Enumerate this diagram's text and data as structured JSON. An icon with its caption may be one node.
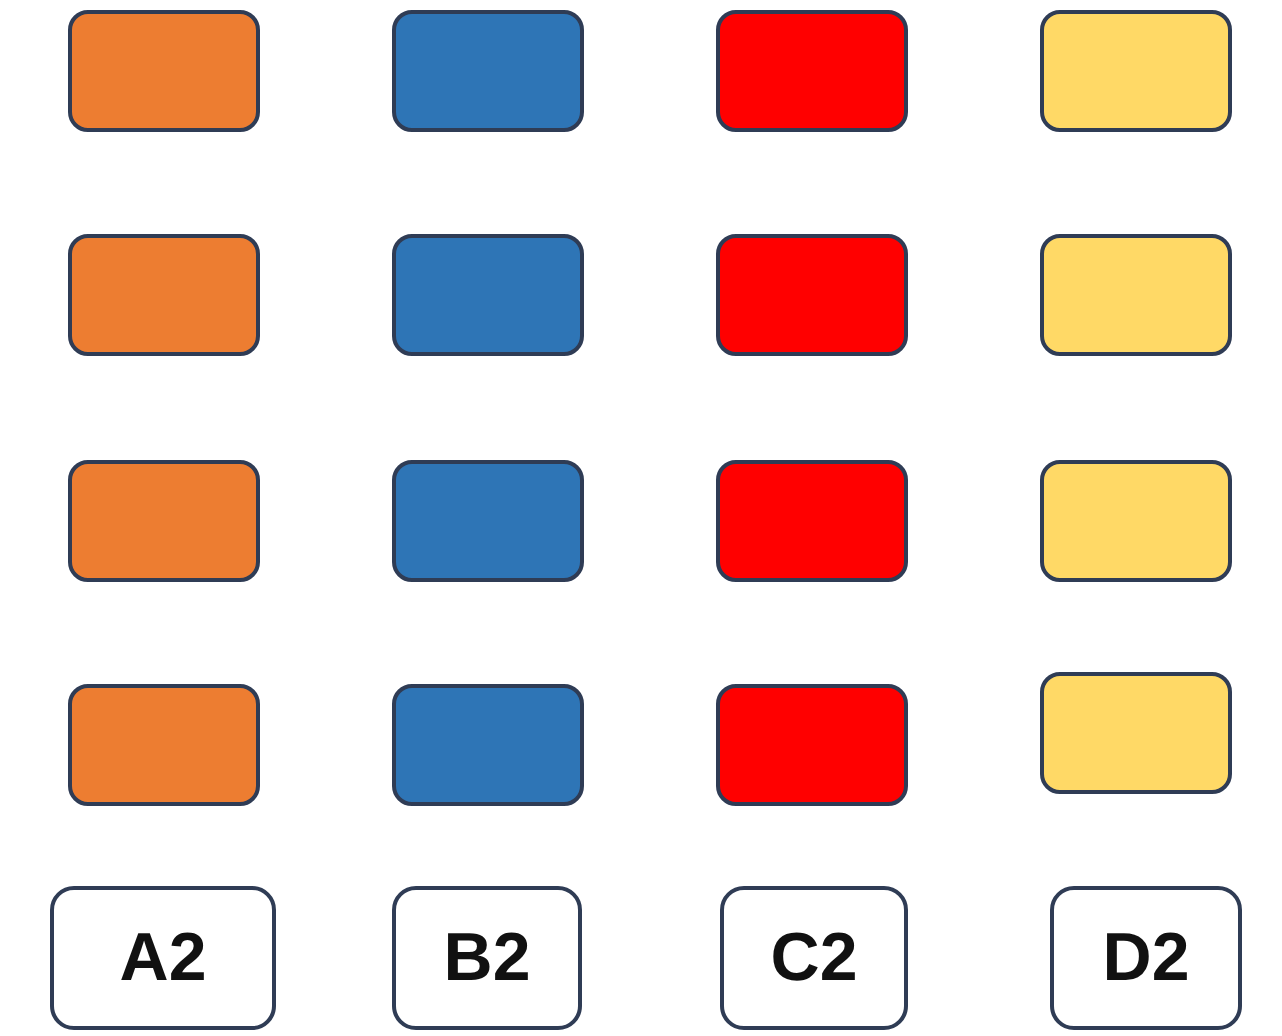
{
  "diagram": {
    "nodes": [
      {
        "text": [],
        "shape": "box"
      },
      {
        "text": [],
        "shape": "box"
      },
      {
        "text": [],
        "shape": "box"
      },
      {
        "text": [],
        "shape": "box"
      },
      {
        "text": [],
        "shape": "box"
      },
      {
        "text": [],
        "shape": "box"
      },
      {
        "text": [],
        "shape": "box"
      },
      {
        "text": [],
        "shape": "box"
      },
      {
        "text": [],
        "shape": "box"
      },
      {
        "text": [],
        "shape": "box"
      },
      {
        "text": [],
        "shape": "box"
      },
      {
        "text": [],
        "shape": "box"
      },
      {
        "text": [],
        "shape": "box"
      },
      {
        "text": [],
        "shape": "box"
      },
      {
        "text": [],
        "shape": "box"
      },
      {
        "text": [],
        "shape": "box"
      },
      {
        "text": [
          "A2"
        ]
      },
      {
        "text": [
          "B2"
        ]
      },
      {
        "text": [
          "C2"
        ]
      },
      {
        "text": [
          "D2"
        ]
      }
    ]
  }
}
